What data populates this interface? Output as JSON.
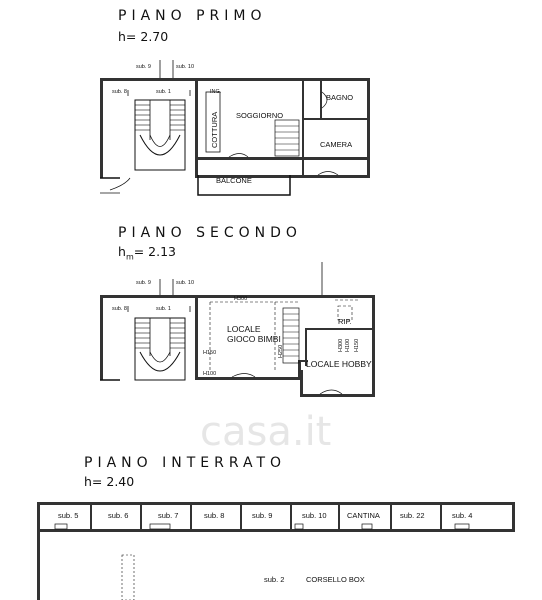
{
  "watermark": "casa.it",
  "floors": {
    "primo": {
      "title": "PIANO PRIMO",
      "height": "h= 2.70",
      "labels": {
        "sub9": "sub. 9",
        "sub10": "sub. 10",
        "sub8": "sub. 8",
        "sub1": "sub. 1",
        "ing": "ING.",
        "bagno": "BAGNO",
        "soggiorno": "SOGGIORNO",
        "cottura": "COTTURA",
        "camera": "CAMERA",
        "balcone": "BALCONE"
      }
    },
    "secondo": {
      "title": "PIANO SECONDO",
      "height_prefix": "h",
      "height_sub": "m",
      "height_value": "= 2.13",
      "labels": {
        "sub9": "sub. 9",
        "sub10": "sub. 10",
        "sub8": "sub. 8",
        "sub1": "sub. 1",
        "locale_gioco_1": "LOCALE",
        "locale_gioco_2": "GIOCO BIMBI",
        "locale_hobby": "LOCALE HOBBY",
        "rip": "RIP.",
        "h300": "H300",
        "h150": "H150",
        "h100": "H100",
        "h250": "H250",
        "h300b": "H300",
        "h100b": "H100",
        "h150b": "H150"
      }
    },
    "interrato": {
      "title": "PIANO INTERRATO",
      "height": "h= 2.40",
      "units": [
        "sub. 5",
        "sub. 6",
        "sub. 7",
        "sub. 8",
        "sub. 9",
        "sub. 10",
        "CANTINA",
        "sub. 22",
        "sub. 4"
      ],
      "sub2": "sub. 2",
      "corsello": "CORSELLO BOX"
    }
  }
}
